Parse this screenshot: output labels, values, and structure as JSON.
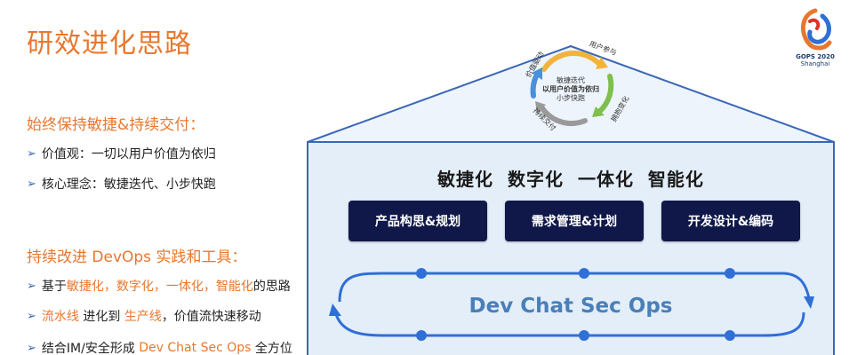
{
  "slide": {
    "title": "研效进化思路",
    "section1": {
      "title": "始终保持敏捷&持续交付：",
      "bullets": [
        "价值观：一切以用户价值为依归",
        "核心理念：敏捷迭代、小步快跑"
      ]
    },
    "section2": {
      "title": "持续改进 DevOps 实践和工具：",
      "bullet1": {
        "prefix": "基于",
        "highlight": "敏捷化，数字化，一体化，智能化",
        "suffix": "的思路"
      },
      "bullet2": {
        "h1": "流水线",
        "mid": " 进化到 ",
        "h2": "生产线",
        "suffix": "，价值流快速移动"
      },
      "bullet3": {
        "prefix": "结合IM/安全形成 ",
        "highlight": "Dev Chat Sec Ops",
        "suffix": " 全方位"
      }
    }
  },
  "logo": {
    "line1": "GOPS 2020",
    "line2": "Shanghai"
  },
  "house": {
    "cycle": {
      "center_lines": [
        "敏捷迭代",
        "以用户价值为依归",
        "小步快跑"
      ],
      "labels": [
        "用户参与",
        "拥抱变化",
        "持续交付",
        "价值驱动"
      ]
    },
    "pillars_title": "敏捷化 数字化 一体化 智能化",
    "boxes": [
      "产品构思&规划",
      "需求管理&计划",
      "开发设计&编码"
    ],
    "loop_label": "Dev Chat Sec Ops"
  },
  "colors": {
    "accent_orange": "#e8772e",
    "navy": "#10184a",
    "house_border": "#3a67b8",
    "house_fill": "#e3eef9",
    "loop_blue": "#2f6fd6"
  }
}
